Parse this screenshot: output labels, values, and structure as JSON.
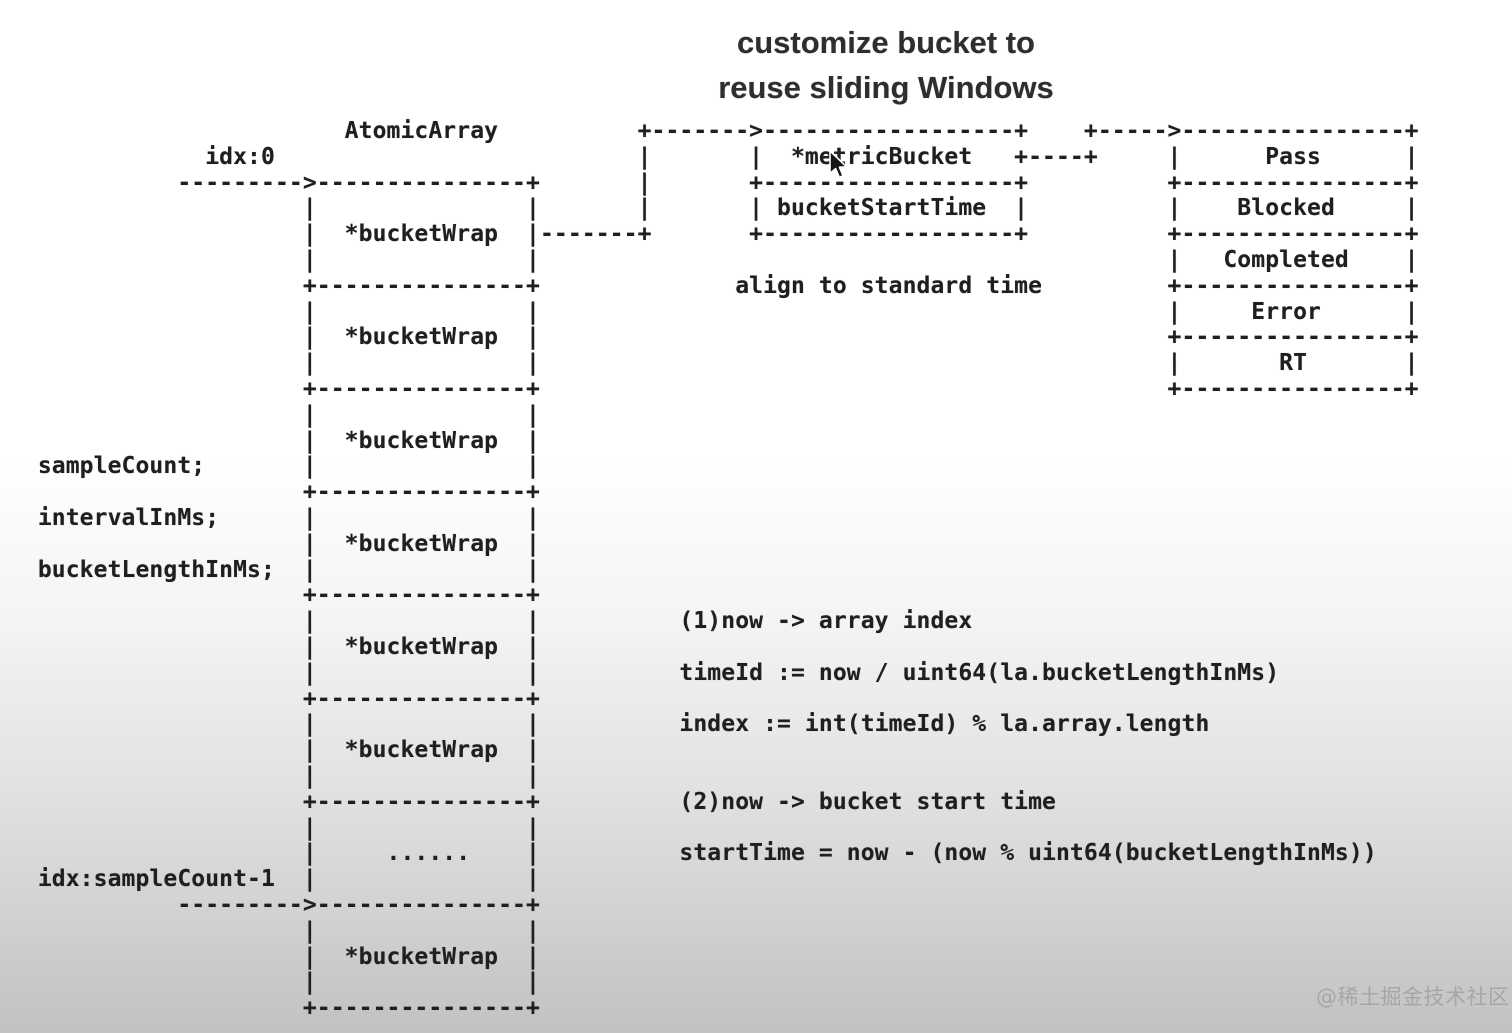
{
  "title": {
    "line1": "customize bucket to",
    "line2": "reuse sliding Windows"
  },
  "diagram": {
    "lines": [
      "                         AtomicArray          +------->------------------+    +----->----------------+",
      "               idx:0                          |       |  *metricBucket   +----+     |      Pass      |",
      "             --------->---------------+       |       +------------------+          +----------------+",
      "                      |               |       |       | bucketStartTime  |          |    Blocked     |",
      "                      |  *bucketWrap  |-------+       +------------------+          +----------------+",
      "                      |               |                                             |   Completed    |",
      "                      +---------------+              align to standard time         +----------------+",
      "                      |               |                                             |     Error      |",
      "                      |  *bucketWrap  |                                             +----------------+",
      "                      |               |                                             |       RT       |",
      "                      +---------------+                                             +----------------+",
      "                      |               |",
      "                      |  *bucketWrap  |",
      "   sampleCount;       |               |",
      "                      +---------------+",
      "   intervalInMs;      |               |",
      "                      |  *bucketWrap  |",
      "   bucketLengthInMs;  |               |",
      "                      +---------------+",
      "                      |               |          (1)now -> array index",
      "                      |  *bucketWrap  |",
      "                      |               |          timeId := now / uint64(la.bucketLengthInMs)",
      "                      +---------------+",
      "                      |               |          index := int(timeId) % la.array.length",
      "                      |  *bucketWrap  |",
      "                      |               |",
      "                      +---------------+          (2)now -> bucket start time",
      "                      |               |",
      "                      |     ......    |          startTime = now - (now % uint64(bucketLengthInMs))",
      "   idx:sampleCount-1  |               |",
      "             --------->---------------+",
      "                      |               |",
      "                      |  *bucketWrap  |",
      "                      |               |",
      "                      +---------------+"
    ]
  },
  "watermark": "@稀土掘金技术社区",
  "colors": {
    "diagram_text": "#1f1f1f",
    "title_text": "#2e2e2e",
    "background_top": "#ffffff",
    "background_bottom": "#c2c2c2",
    "watermark_text": "#a6a6a6"
  }
}
